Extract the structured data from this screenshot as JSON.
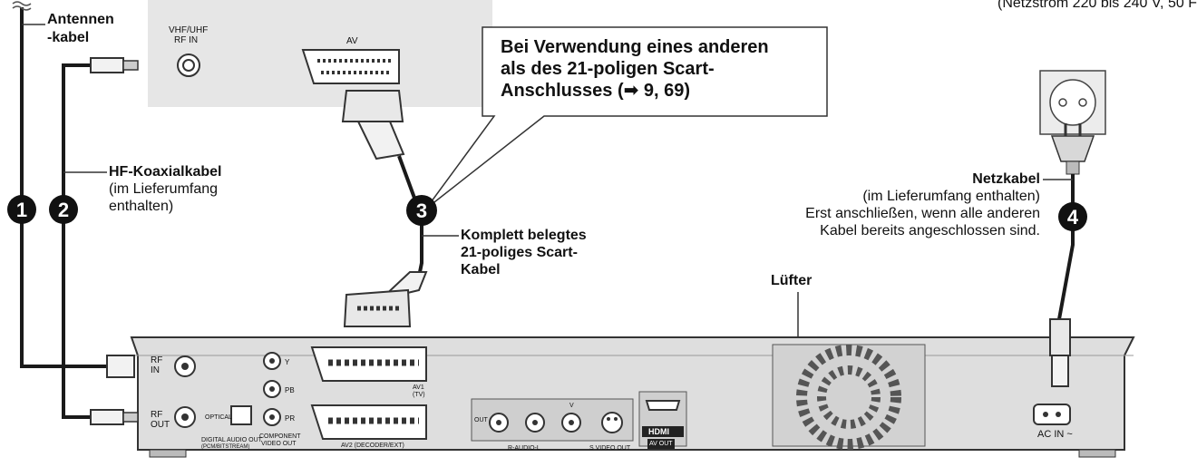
{
  "top_note": "(Netzstrom 220 bis 240 V, 50 F",
  "tv_panel": {
    "rf_in_label_1": "VHF/UHF",
    "rf_in_label_2": "RF IN",
    "av_label": "AV"
  },
  "callout": {
    "line1": "Bei Verwendung eines anderen",
    "line2": "als des 21-poligen Scart-",
    "line3": "Anschlusses (➡ 9, 69)"
  },
  "cables": {
    "antenna_1": "Antennen",
    "antenna_2": "-kabel",
    "coax_title": "HF-Koaxialkabel",
    "coax_sub1": "(im Lieferumfang",
    "coax_sub2": "enthalten)",
    "scart_1": "Komplett belegtes",
    "scart_2": "21-poliges Scart-",
    "scart_3": "Kabel",
    "power_title": "Netzkabel",
    "power_sub1": "(im Lieferumfang enthalten)",
    "power_sub2": "Erst anschließen, wenn alle anderen",
    "power_sub3": "Kabel bereits angeschlossen sind.",
    "fan": "Lüfter"
  },
  "badges": [
    "1",
    "2",
    "3",
    "4"
  ],
  "recorder": {
    "rf_in": "RF IN",
    "rf_out": "RF OUT",
    "optical": "OPTICAL",
    "digital_audio_out": "DIGITAL AUDIO OUT",
    "pcm_bitstream": "(PCM/BITSTREAM)",
    "y": "Y",
    "pb": "PB",
    "pr": "PR",
    "component_1": "COMPONENT",
    "component_2": "VIDEO OUT",
    "av1_1": "AV1",
    "av1_2": "(TV)",
    "av2": "AV2 (DECODER/EXT)",
    "out": "OUT",
    "r_audio_l": "R-AUDIO-L",
    "v": "V",
    "s_video_out": "S VIDEO OUT",
    "hdmi_logo": "HDMI",
    "hdmi_av_out": "AV OUT",
    "ac_in": "AC IN ~"
  },
  "colors": {
    "device": "#dedede",
    "panel": "#e6e6e6",
    "cable": "#1a1a1a",
    "badge": "#111111"
  }
}
